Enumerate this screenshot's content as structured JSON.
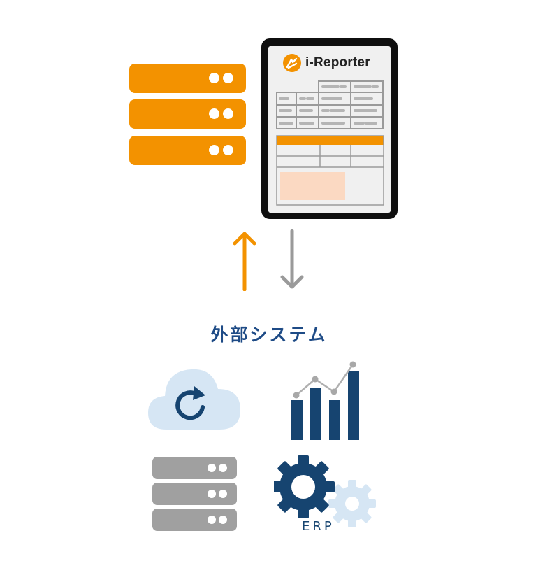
{
  "app": {
    "name": "i-Reporter"
  },
  "external": {
    "title": "外部システム",
    "erp_label": "ERP"
  },
  "colors": {
    "orange": "#f39200",
    "gray": "#a0a0a0",
    "navy": "#164470",
    "light_blue": "#d6e6f4",
    "peach": "#fbd9c2"
  },
  "icons": {
    "server_stack": "server-stack-icon",
    "cloud_sync": "cloud-sync-icon",
    "bar_chart": "bar-line-chart-icon",
    "gears": "erp-gears-icon",
    "arrow_up": "arrow-up-icon",
    "arrow_down": "arrow-down-icon"
  }
}
